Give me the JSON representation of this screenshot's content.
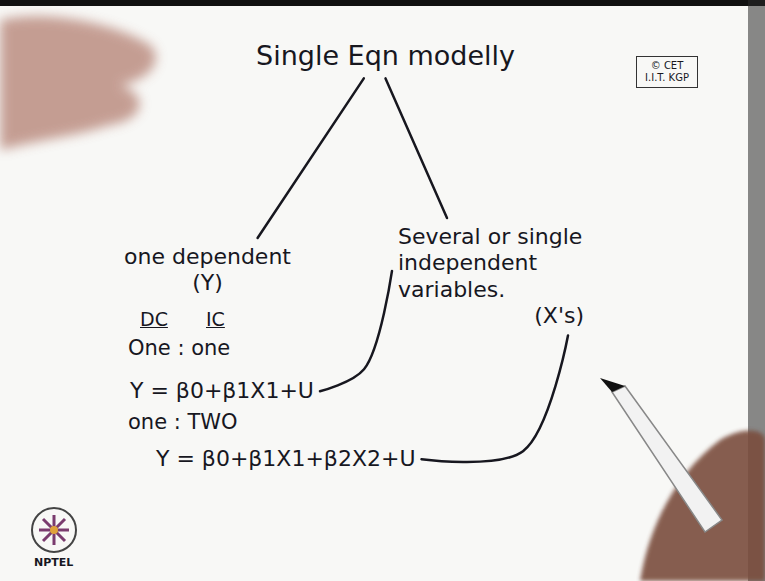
{
  "diagram": {
    "nodes": [
      {
        "text": [
          "Single Eqn modelly"
        ]
      },
      {
        "text": [
          "© CET I.I.T. KGP"
        ]
      },
      {
        "text": [
          "one dependent",
          "(Y)"
        ]
      },
      {
        "text": [
          "Several or single independent variables.",
          "(X's)"
        ]
      },
      {
        "text": [
          "Y = β0+β1X1+U"
        ]
      },
      {
        "text": [
          "Y = β0+β1X1+β2X2+U"
        ]
      }
    ],
    "edges": [
      {
        "from": 0,
        "to": 2,
        "arrow": "none"
      },
      {
        "from": 0,
        "to": 3,
        "arrow": "none"
      },
      {
        "from": 4,
        "to": 3,
        "arrow": "none"
      },
      {
        "from": 5,
        "to": 3,
        "arrow": "none"
      }
    ],
    "labels": [
      "DC",
      "IC",
      "One : one",
      "one : TWO",
      "NPTEL"
    ]
  }
}
